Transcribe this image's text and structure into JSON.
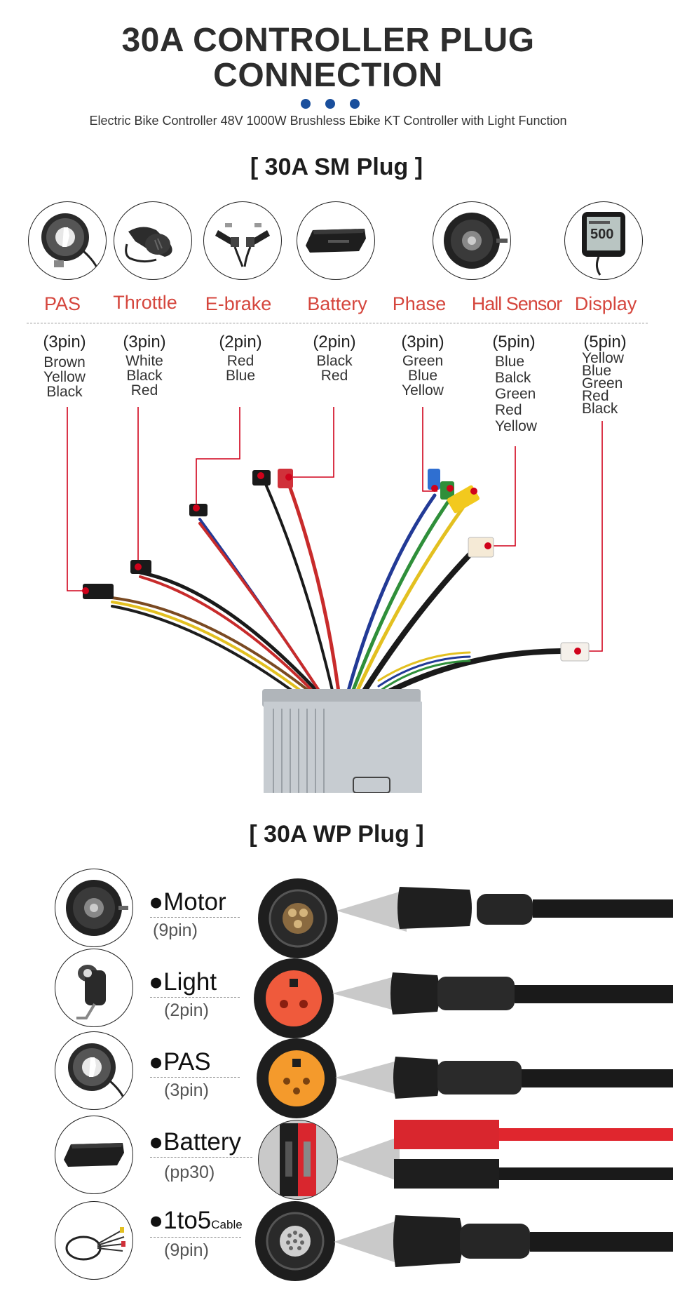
{
  "header": {
    "title_line1": "30A CONTROLLER PLUG",
    "title_line2": "CONNECTION",
    "subtitle": "Electric Bike Controller  48V 1000W Brushless Ebike KT Controller with Light Function",
    "dot_color": "#1a4f9c"
  },
  "sm_section": {
    "title": "[ 30A  SM  Plug ]",
    "plugs": [
      {
        "name": "PAS",
        "pins": "(3pin)",
        "colors": [
          "Brown",
          "Yellow",
          "Black"
        ],
        "icon": "pas-sensor-icon"
      },
      {
        "name": "Throttle",
        "pins": "(3pin)",
        "colors": [
          "White",
          "Black",
          "Red"
        ],
        "icon": "throttle-icon"
      },
      {
        "name": "E-brake",
        "pins": "(2pin)",
        "colors": [
          "Red",
          "Blue"
        ],
        "icon": "brake-lever-icon"
      },
      {
        "name": "Battery",
        "pins": "(2pin)",
        "colors": [
          "Black",
          "Red"
        ],
        "icon": "battery-pack-icon"
      },
      {
        "name": "Phase",
        "pins": "(3pin)",
        "colors": [
          "Green",
          "Blue",
          "Yellow"
        ],
        "icon": "hub-motor-icon"
      },
      {
        "name": "Hall Sensor",
        "pins": "(5pin)",
        "colors": [
          "Blue",
          "Balck",
          "Green",
          "Red",
          "Yellow"
        ],
        "icon": ""
      },
      {
        "name": "Display",
        "pins": "(5pin)",
        "colors": [
          "Yellow",
          "Blue",
          "Green",
          "Red",
          "Black"
        ],
        "icon": "lcd-display-icon"
      }
    ],
    "label_color": "#d5463d"
  },
  "wp_section": {
    "title": "[ 30A  WP Plug ]",
    "rows": [
      {
        "name": "Motor",
        "sub": "",
        "pins": "(9pin)",
        "icon": "hub-motor-icon",
        "connector_color": "#2a2a2a"
      },
      {
        "name": "Light",
        "sub": "",
        "pins": "(2pin)",
        "icon": "headlight-icon",
        "connector_color": "#ef5a3c"
      },
      {
        "name": "PAS",
        "sub": "",
        "pins": "(3pin)",
        "icon": "pas-sensor-icon",
        "connector_color": "#f49a2c"
      },
      {
        "name": "Battery",
        "sub": "",
        "pins": "(pp30)",
        "icon": "battery-pack-icon",
        "connector_color": "#d9262e"
      },
      {
        "name": "1to5",
        "sub": "Cable",
        "pins": "(9pin)",
        "icon": "split-cable-icon",
        "connector_color": "#2a2a2a"
      }
    ]
  }
}
